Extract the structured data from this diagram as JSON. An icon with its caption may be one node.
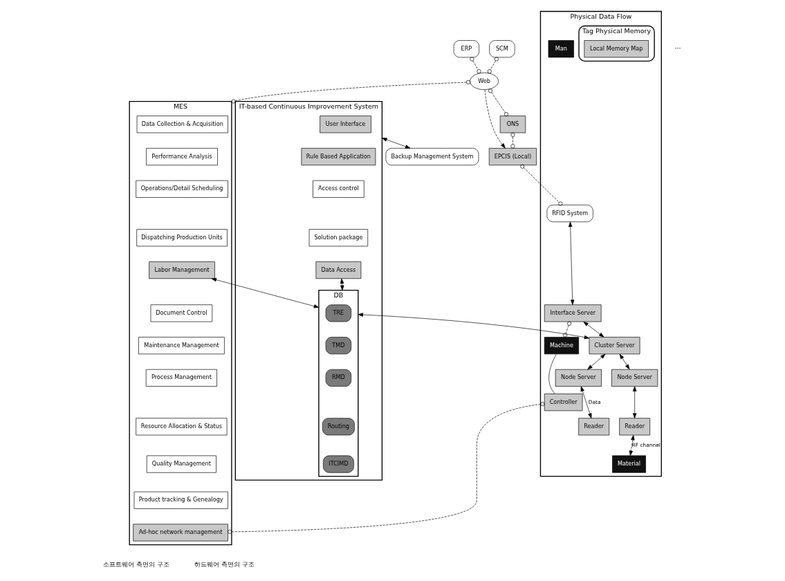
{
  "diagram": {
    "nodes": [
      {
        "text": [
          "SCM"
        ]
      },
      {
        "text": [
          "ERP"
        ]
      },
      {
        "text": [
          "Web"
        ]
      },
      {
        "text": [
          "ONS"
        ]
      },
      {
        "text": [
          "EPCIS (Local)"
        ]
      },
      {
        "text": [
          "MES"
        ]
      },
      {
        "text": [
          "Data Collection & Acquisition"
        ],
        "in": 5
      },
      {
        "text": [
          "Performance Analysis"
        ],
        "in": 5
      },
      {
        "text": [
          "Operations/Detail Scheduling"
        ],
        "in": 5
      },
      {
        "text": [
          "Dispatching Production Units"
        ],
        "in": 5
      },
      {
        "text": [
          "Labor Management"
        ],
        "in": 5
      },
      {
        "text": [
          "Document Control"
        ],
        "in": 5
      },
      {
        "text": [
          "Maintenance Management"
        ],
        "in": 5
      },
      {
        "text": [
          "Process Management"
        ],
        "in": 5
      },
      {
        "text": [
          "Resource Allocation & Status"
        ],
        "in": 5
      },
      {
        "text": [
          "Quality Management"
        ],
        "in": 5
      },
      {
        "text": [
          "Product tracking & Genealogy"
        ],
        "in": 5
      },
      {
        "text": [
          "Ad-hoc network management"
        ],
        "in": 5
      },
      {
        "text": [
          "IT-based Continuous Improvement System"
        ]
      },
      {
        "text": [
          "User Interface"
        ],
        "in": 18
      },
      {
        "text": [
          "Rule Based Application"
        ],
        "in": 18
      },
      {
        "text": [
          "Access control"
        ],
        "in": 18
      },
      {
        "text": [
          "Solution package"
        ],
        "in": 18
      },
      {
        "text": [
          "Data Access"
        ],
        "in": 18
      },
      {
        "text": [
          "DB"
        ],
        "in": 18
      },
      {
        "text": [
          "TRE"
        ],
        "in": 24
      },
      {
        "text": [
          "TMD"
        ],
        "in": 24
      },
      {
        "text": [
          "RMD"
        ],
        "in": 24
      },
      {
        "text": [
          "Routing"
        ],
        "in": 24
      },
      {
        "text": [
          "ITCIMD"
        ],
        "in": 24
      },
      {
        "text": [
          "Backup Management System"
        ]
      },
      {
        "text": [
          "Physical Data Flow"
        ]
      },
      {
        "text": [
          "RFID System"
        ],
        "in": 31
      },
      {
        "text": [
          "Interface Server"
        ],
        "in": 31
      },
      {
        "text": [
          "Cluster Server"
        ],
        "in": 31
      },
      {
        "text": [
          "Node Server"
        ],
        "in": 31
      },
      {
        "text": [
          "Node Server"
        ],
        "in": 31
      },
      {
        "text": [
          "Reader"
        ],
        "in": 31
      },
      {
        "text": [
          "Reader"
        ],
        "in": 31
      },
      {
        "text": [
          "Material"
        ],
        "in": 31
      },
      {
        "text": [
          "Tag Physical Memory"
        ],
        "in": 31
      },
      {
        "text": [
          "Local Memory Map"
        ],
        "in": 40
      },
      {
        "text": [
          "Man"
        ],
        "in": 31
      },
      {
        "text": [
          "Machine"
        ],
        "in": 31
      },
      {
        "text": [
          "Controller"
        ],
        "in": 31
      }
    ],
    "edges": [
      {
        "from": 0,
        "to": 2,
        "arrow": "other",
        "style": "dashed"
      },
      {
        "from": 1,
        "to": 2,
        "arrow": "other",
        "style": "dashed"
      },
      {
        "from": 2,
        "to": 3,
        "arrow": "other",
        "style": "dashed"
      },
      {
        "from": 3,
        "to": 4,
        "arrow": "other",
        "style": "dashed"
      },
      {
        "from": 2,
        "to": 5,
        "arrow": "other",
        "style": "dashed"
      },
      {
        "from": 2,
        "to": 4,
        "arrow": "to",
        "style": "dashed"
      },
      {
        "from": 4,
        "to": 32,
        "arrow": "other",
        "style": "dashed"
      },
      {
        "from": 10,
        "to": 24,
        "arrow": "both"
      },
      {
        "from": 23,
        "to": 24,
        "arrow": "both"
      },
      {
        "from": 18,
        "to": 30,
        "arrow": "both"
      },
      {
        "from": 32,
        "to": 33,
        "arrow": "both"
      },
      {
        "from": 33,
        "to": 34,
        "arrow": "both"
      },
      {
        "from": 34,
        "to": 35,
        "arrow": "both"
      },
      {
        "from": 34,
        "to": 36,
        "arrow": "both"
      },
      {
        "from": 35,
        "to": 37,
        "arrow": "both"
      },
      {
        "from": 36,
        "to": 38,
        "arrow": "both",
        "label": "Data"
      },
      {
        "from": 37,
        "to": 39,
        "arrow": "both",
        "style": "dashed",
        "label": "RF channel"
      },
      {
        "from": 24,
        "to": 34,
        "arrow": "both"
      },
      {
        "from": 33,
        "to": 43,
        "arrow": "other",
        "style": "dashed"
      },
      {
        "from": 43,
        "to": 44,
        "arrow": "none"
      },
      {
        "from": 44,
        "to": 17,
        "arrow": "other",
        "style": "dashed"
      }
    ],
    "labels": [
      "···",
      "소프트웨어 측면의 구조",
      "하드웨어 측면의 구조"
    ]
  }
}
